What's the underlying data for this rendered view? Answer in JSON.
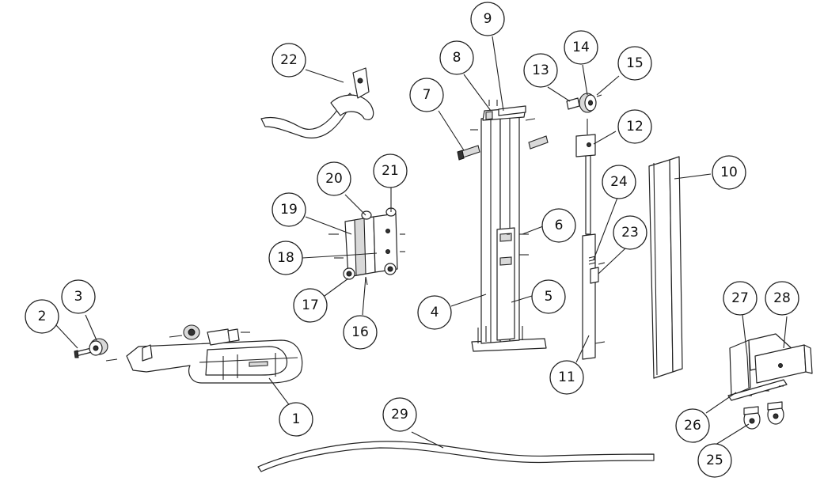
{
  "callouts": [
    {
      "id": "1",
      "label": "1"
    },
    {
      "id": "2",
      "label": "2"
    },
    {
      "id": "3",
      "label": "3"
    },
    {
      "id": "4",
      "label": "4"
    },
    {
      "id": "5",
      "label": "5"
    },
    {
      "id": "6",
      "label": "6"
    },
    {
      "id": "7",
      "label": "7"
    },
    {
      "id": "8",
      "label": "8"
    },
    {
      "id": "9",
      "label": "9"
    },
    {
      "id": "10",
      "label": "10"
    },
    {
      "id": "11",
      "label": "11"
    },
    {
      "id": "12",
      "label": "12"
    },
    {
      "id": "13",
      "label": "13"
    },
    {
      "id": "14",
      "label": "14"
    },
    {
      "id": "15",
      "label": "15"
    },
    {
      "id": "16",
      "label": "16"
    },
    {
      "id": "17",
      "label": "17"
    },
    {
      "id": "18",
      "label": "18"
    },
    {
      "id": "19",
      "label": "19"
    },
    {
      "id": "20",
      "label": "20"
    },
    {
      "id": "21",
      "label": "21"
    },
    {
      "id": "22",
      "label": "22"
    },
    {
      "id": "23",
      "label": "23"
    },
    {
      "id": "24",
      "label": "24"
    },
    {
      "id": "25",
      "label": "25"
    },
    {
      "id": "26",
      "label": "26"
    },
    {
      "id": "27",
      "label": "27"
    },
    {
      "id": "28",
      "label": "28"
    },
    {
      "id": "29",
      "label": "29"
    }
  ],
  "colors": {
    "line": "#222222",
    "background": "#ffffff",
    "part_fill": "#ffffff",
    "shade": "#d9d9d9"
  }
}
